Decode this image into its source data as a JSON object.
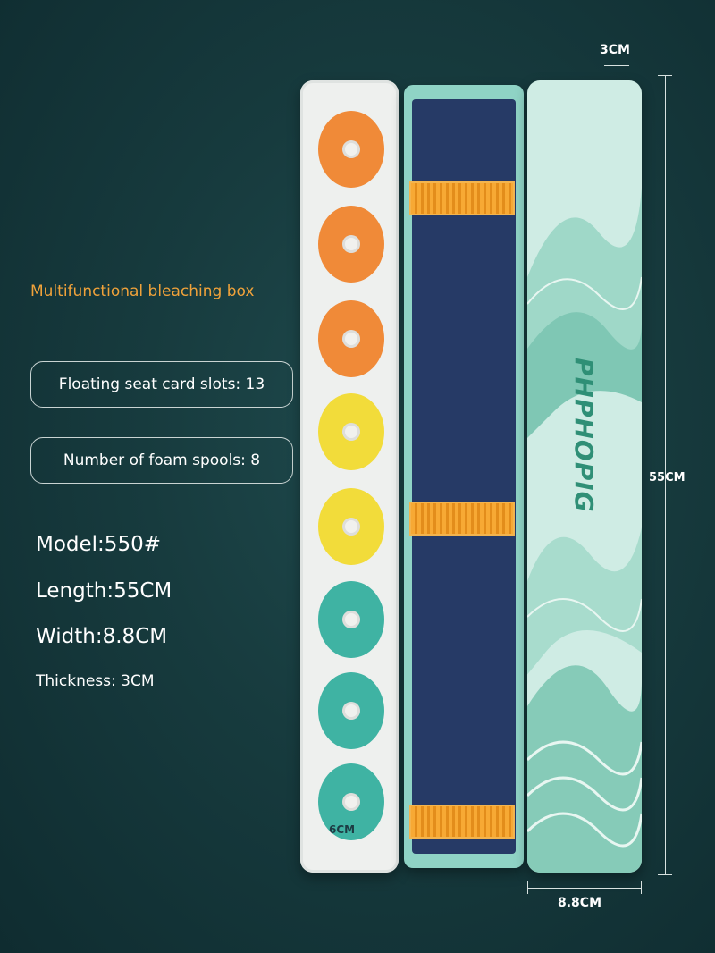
{
  "headline": "Multifunctional bleaching box",
  "features": {
    "card_slots": "Floating seat card slots: 13",
    "foam_spools": "Number of foam spools: 8"
  },
  "specs": {
    "model": "Model:550#",
    "length": "Length:55CM",
    "width": "Width:8.8CM",
    "thickness": "Thickness: 3CM"
  },
  "dimensions": {
    "thickness_label": "3CM",
    "length_label": "55CM",
    "width_label": "8.8CM",
    "spool_diameter_label": "6CM"
  },
  "product": {
    "brand_text": "PHPHOPIG",
    "spool_colors": [
      "#f08a38",
      "#f08a38",
      "#f08a38",
      "#f2dc3a",
      "#f2dc3a",
      "#3fb3a3",
      "#3fb3a3",
      "#3fb3a3"
    ],
    "clip_color": "#f7a934",
    "inner_lining_color": "#263a66",
    "cover_color": "#cfece4"
  }
}
